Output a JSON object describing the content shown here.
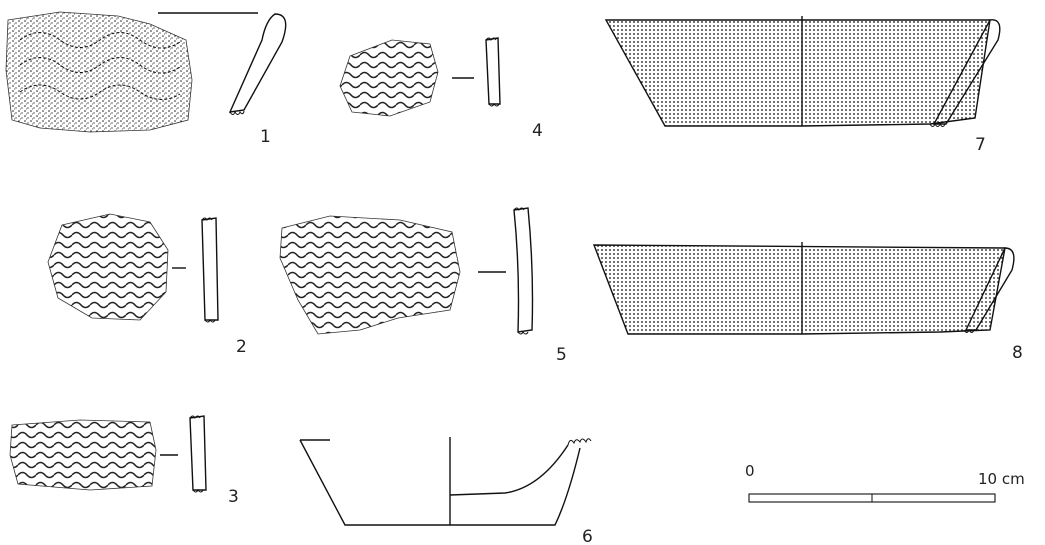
{
  "figure_labels": {
    "f1": "1",
    "f2": "2",
    "f3": "3",
    "f4": "4",
    "f5": "5",
    "f6": "6",
    "f7": "7",
    "f8": "8"
  },
  "scale_bar": {
    "start_label": "0",
    "end_label": "10 cm"
  }
}
